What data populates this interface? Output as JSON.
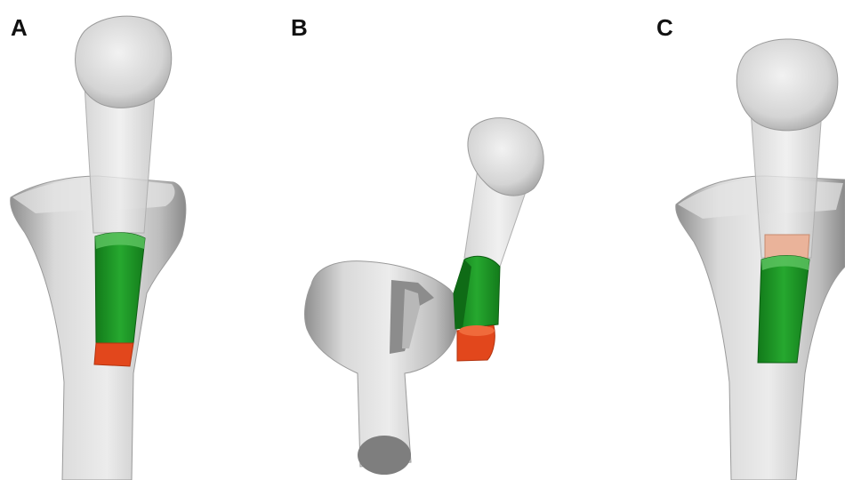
{
  "panels": [
    {
      "label": "A"
    },
    {
      "label": "B"
    },
    {
      "label": "C"
    }
  ],
  "colors": {
    "bone": "#d6d6d6",
    "bone_shade": "#9e9e9e",
    "tunnel": "#c8c8c8",
    "graft_green": "#1f9a27",
    "graft_dark_green": "#0f6b16",
    "graft_red": "#e2471c",
    "graft_peach": "#eab39a",
    "background": "#ffffff"
  }
}
